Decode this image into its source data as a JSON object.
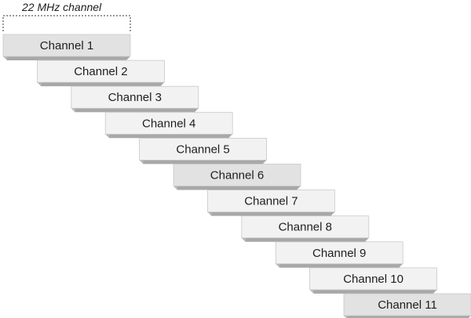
{
  "diagram": {
    "width_label": "22 MHz channel",
    "channels": [
      {
        "label": "Channel 1",
        "emphasis": true
      },
      {
        "label": "Channel 2",
        "emphasis": false
      },
      {
        "label": "Channel 3",
        "emphasis": false
      },
      {
        "label": "Channel 4",
        "emphasis": false
      },
      {
        "label": "Channel 5",
        "emphasis": false
      },
      {
        "label": "Channel 6",
        "emphasis": true
      },
      {
        "label": "Channel 7",
        "emphasis": false
      },
      {
        "label": "Channel 8",
        "emphasis": false
      },
      {
        "label": "Channel 9",
        "emphasis": false
      },
      {
        "label": "Channel 10",
        "emphasis": false
      },
      {
        "label": "Channel 11",
        "emphasis": true
      }
    ],
    "colors": {
      "bar_light": "#f2f2f2",
      "bar_emphasis": "#e2e2e2",
      "bar_edge": "#c9c9c9",
      "shadow_side": "#b9b9b9",
      "shadow_bottom": "#a8a8a8",
      "bracket": "#333333"
    }
  }
}
